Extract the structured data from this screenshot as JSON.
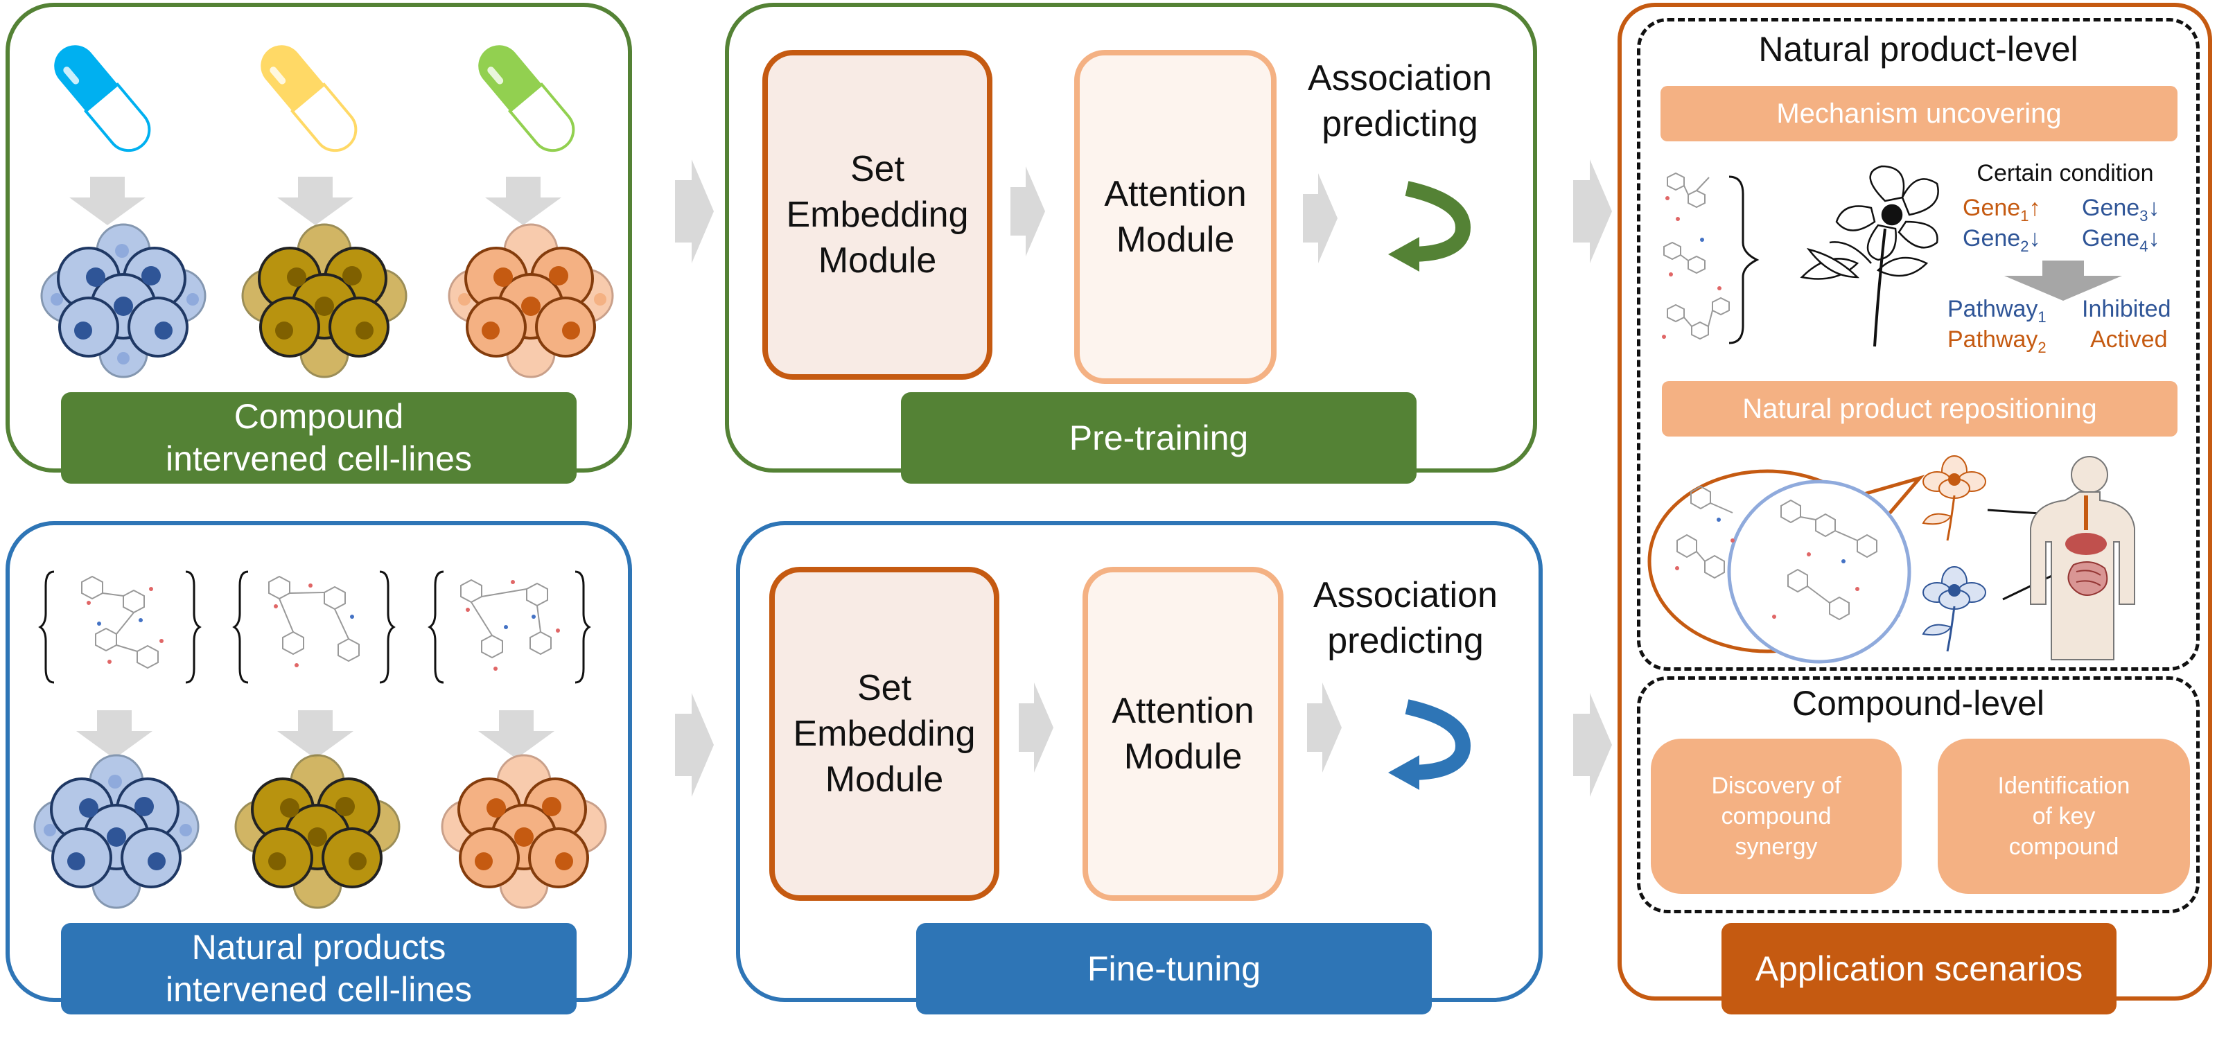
{
  "top_left": {
    "label": "Compound intervened cell-lines"
  },
  "bottom_left": {
    "label": "Natural products intervened cell-lines"
  },
  "pretraining": {
    "label": "Pre-training",
    "set_module": "Set Embedding Module",
    "attention_module": "Attention Module",
    "association": "Association predicting"
  },
  "finetuning": {
    "label": "Fine-tuning",
    "set_module": "Set Embedding Module",
    "attention_module": "Attention Module",
    "association": "Association predicting"
  },
  "application": {
    "label": "Application scenarios",
    "natural_level": {
      "title": "Natural product-level",
      "mechanism": "Mechanism uncovering",
      "certain_condition": "Certain condition",
      "gene1": "Gene",
      "gene1_sub": "1",
      "gene1_arrow": "↑",
      "gene2": "Gene",
      "gene2_sub": "2",
      "gene2_arrow": "↓",
      "gene3": "Gene",
      "gene3_sub": "3",
      "gene3_arrow": "↓",
      "gene4": "Gene",
      "gene4_sub": "4",
      "gene4_arrow": "↓",
      "pathway1": "Pathway",
      "pathway1_sub": "1",
      "pathway2": "Pathway",
      "pathway2_sub": "2",
      "inhibited": "Inhibited",
      "actived": "Actived",
      "repositioning": "Natural product repositioning"
    },
    "compound_level": {
      "title": "Compound-level",
      "synergy": "Discovery of compound synergy",
      "key": "Identification of key compound"
    }
  },
  "colors": {
    "green": "#548235",
    "blue": "#2e75b6",
    "orange_dark": "#c55a11",
    "orange_light": "#f4b183",
    "module_fill": "#f8ebe5",
    "module_fill_light": "#fdf4ee",
    "arrow_gray": "#d9d9d9",
    "gene_up": "#c55a11",
    "gene_down": "#2f5597"
  }
}
